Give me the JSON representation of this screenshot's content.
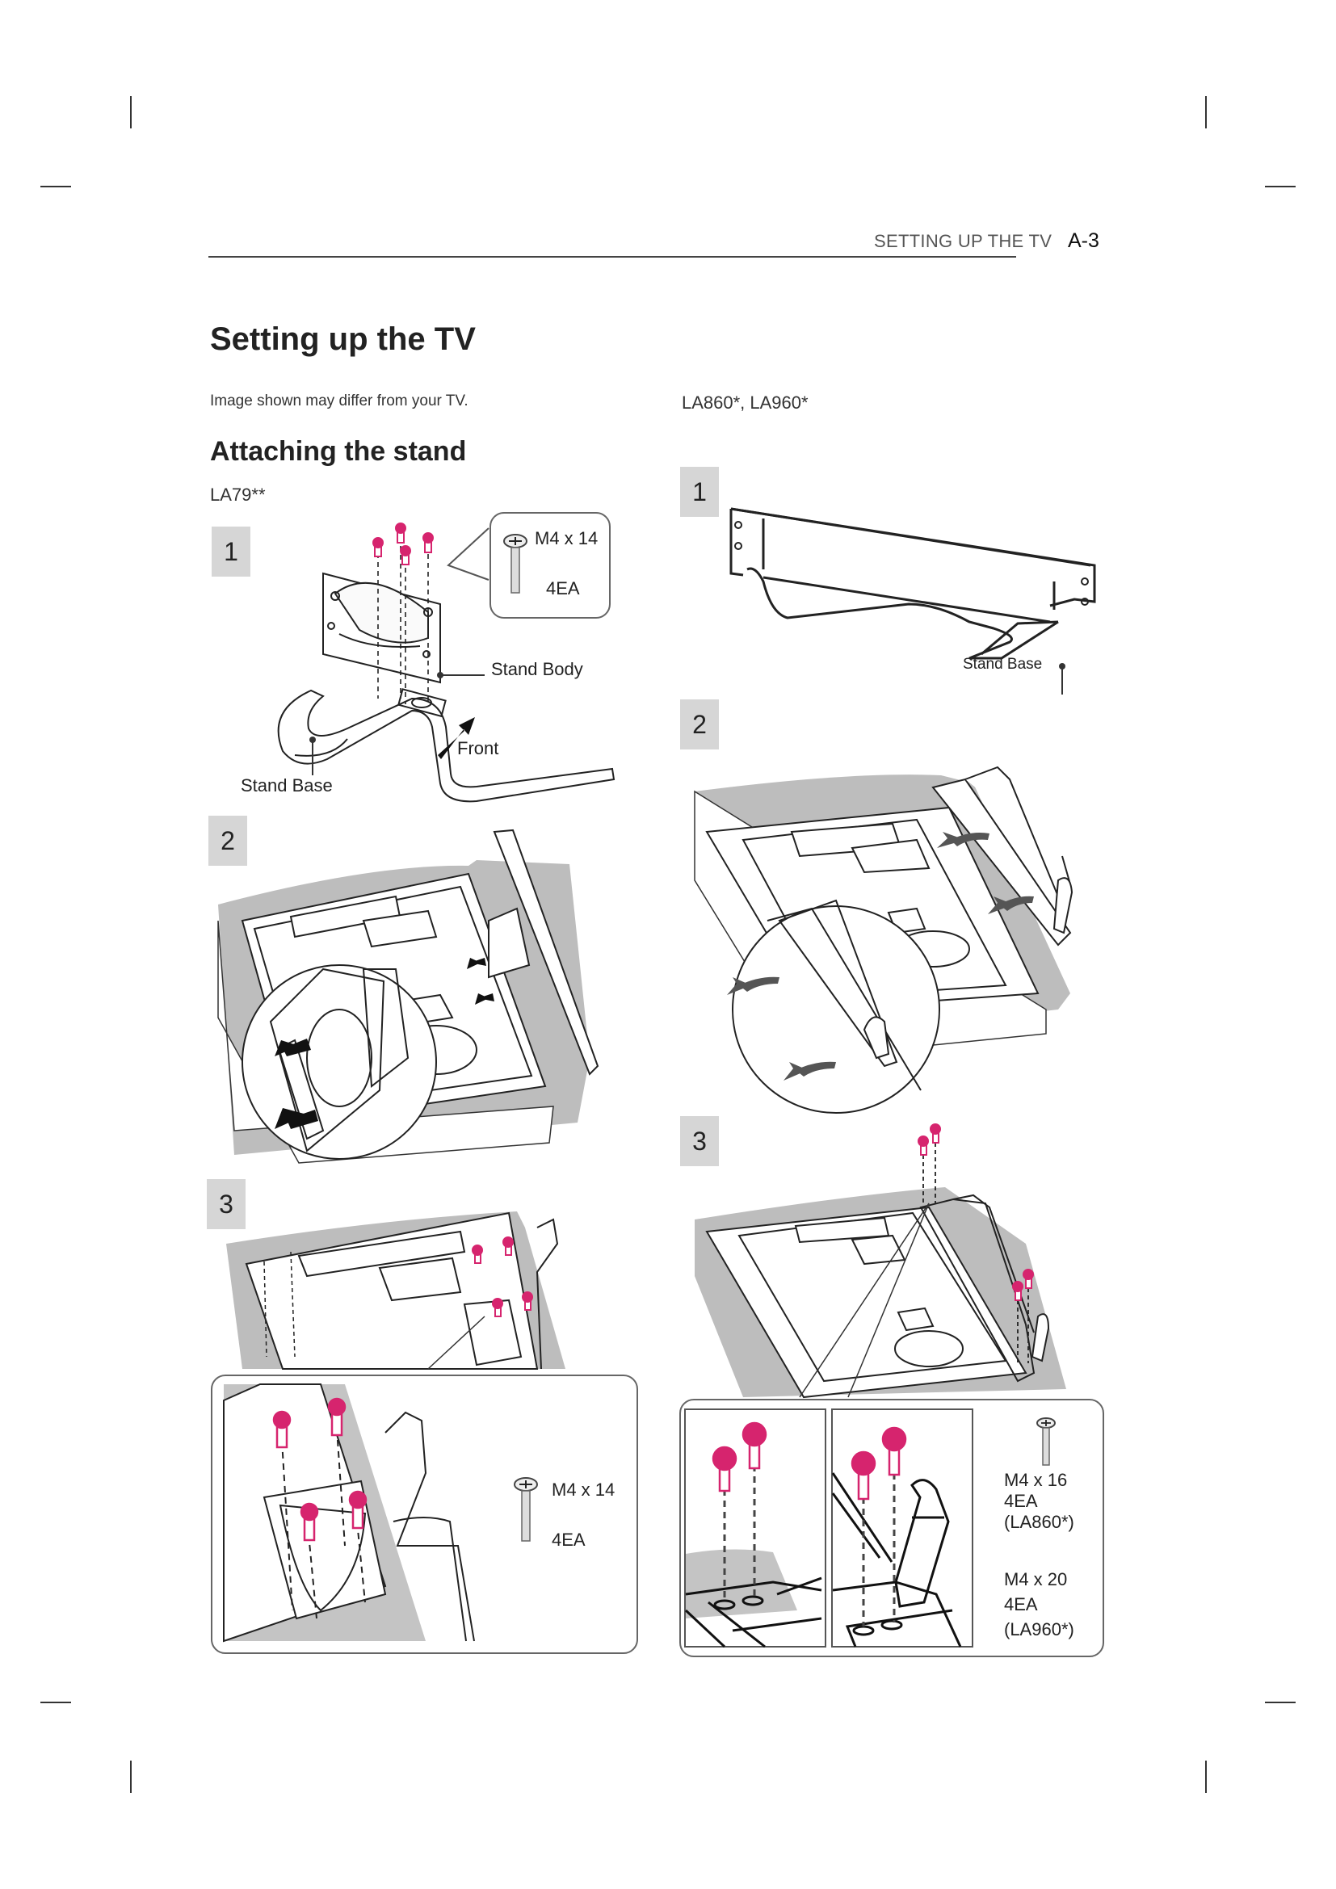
{
  "header": {
    "section": "SETTING UP THE TV",
    "page": "A-3"
  },
  "title": "Setting up the TV",
  "note": "Image shown may differ from your TV.",
  "section_title": "Attaching the stand",
  "left": {
    "model": "LA79**",
    "steps": [
      {
        "number": "1",
        "screw_spec": "M4 x 14",
        "screw_qty": "4EA",
        "labels": {
          "stand_body": "Stand Body",
          "stand_base": "Stand Base",
          "front": "Front"
        }
      },
      {
        "number": "2"
      },
      {
        "number": "3",
        "screw_spec": "M4 x 14",
        "screw_qty": "4EA"
      }
    ]
  },
  "right": {
    "model": "LA860*, LA960*",
    "steps": [
      {
        "number": "1",
        "labels": {
          "stand_base": "Stand Base"
        }
      },
      {
        "number": "2"
      },
      {
        "number": "3",
        "screws": [
          {
            "spec": "M4 x 16",
            "qty": "4EA",
            "model": "(LA860*)"
          },
          {
            "spec": "M4 x 20",
            "qty": "4EA",
            "model": "(LA960*)"
          }
        ]
      }
    ]
  },
  "colors": {
    "screw_accent": "#d6246e",
    "step_badge": "#d6d6d6",
    "shadow": "#bdbdbd"
  }
}
